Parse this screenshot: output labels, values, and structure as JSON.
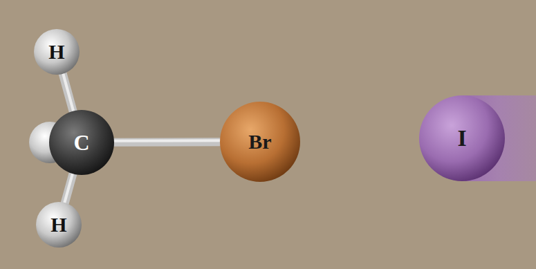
{
  "diagram": {
    "nodes": [
      {
        "text": [
          "H"
        ]
      },
      {
        "text": [
          "C"
        ]
      },
      {
        "text": [
          "H"
        ]
      },
      {
        "text": [
          "Br"
        ]
      },
      {
        "text": [
          "I"
        ]
      }
    ],
    "edges": [
      {
        "from": 0,
        "to": 1,
        "arrow": "none"
      },
      {
        "from": 1,
        "to": 2,
        "arrow": "none"
      },
      {
        "from": 1,
        "to": 3,
        "arrow": "none"
      }
    ]
  }
}
